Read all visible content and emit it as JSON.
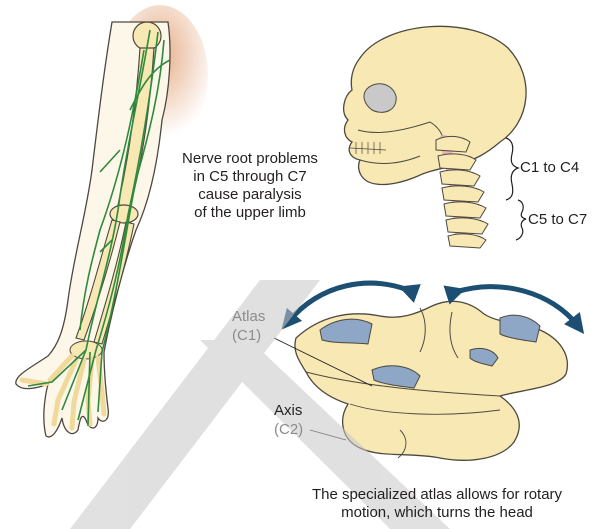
{
  "colors": {
    "bone": "#f7e8b4",
    "bone_outline": "#4d4940",
    "nerve": "#2e8a3c",
    "shoulder_shade": "#e3a57c",
    "cartilage": "#8ea7c7",
    "arrow": "#1d4f73",
    "spinal_cord": "#e9b3b7",
    "watermark": "#c8c8c8"
  },
  "icons": [
    "arm-nerve-illustration",
    "skull-cervical-spine-illustration",
    "atlas-axis-vertebra-illustration",
    "rotation-arrow-icon"
  ],
  "labels": {
    "nerve_root_note": [
      "Nerve root problems",
      "in C5 through C7",
      "cause paralysis",
      "of the upper limb"
    ],
    "c1_c4": "C1 to C4",
    "c5_c7": "C5 to C7",
    "atlas": "Atlas",
    "atlas_code": "(C1)",
    "axis": "Axis",
    "axis_code": "(C2)",
    "caption": [
      "The specialized atlas allows for rotary",
      "motion, which turns the head"
    ]
  }
}
